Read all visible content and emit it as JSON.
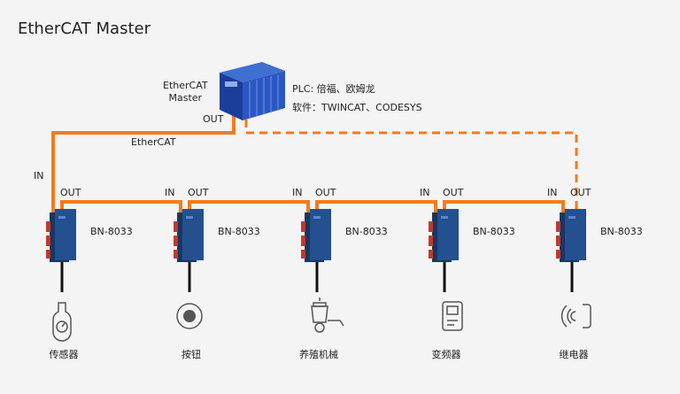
{
  "title": "EtherCAT Master",
  "master": {
    "label_line1": "EtherCAT",
    "label_line2": "Master",
    "out_label": "OUT",
    "plc": "PLC: 倍福、欧姆龙",
    "software": "软件：TWINCAT、CODESYS"
  },
  "bus_label": "EtherCAT",
  "in_label": "IN",
  "out_label": "OUT",
  "modules": [
    {
      "name": "BN-8033",
      "device": "传感器",
      "icon": "sensor-icon"
    },
    {
      "name": "BN-8033",
      "device": "按钮",
      "icon": "button-icon"
    },
    {
      "name": "BN-8033",
      "device": "养殖机械",
      "icon": "farming-machine-icon"
    },
    {
      "name": "BN-8033",
      "device": "变频器",
      "icon": "inverter-icon"
    },
    {
      "name": "BN-8033",
      "device": "继电器",
      "icon": "relay-icon"
    }
  ],
  "colors": {
    "cable": "#f47a20",
    "module": "#24508f",
    "module_dark": "#173763",
    "connector": "#c0392b"
  }
}
